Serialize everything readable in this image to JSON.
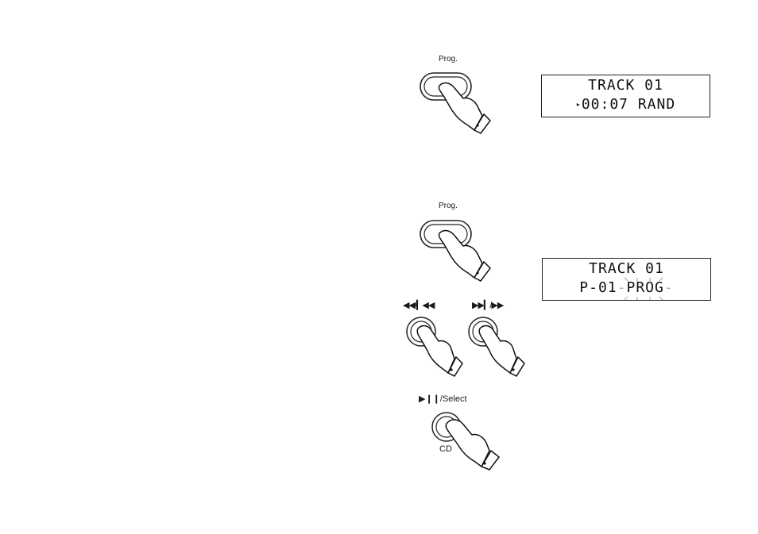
{
  "step1": {
    "prog_label": "Prog.",
    "display": {
      "line1": "TRACK 01",
      "line2_indicator": "▸",
      "line2": "00:07 RAND"
    }
  },
  "step2": {
    "prog_label": "Prog.",
    "skip_back_label": "◀◀/▎◀◀",
    "skip_fwd_label": "▶▶▎/▶▶",
    "play_select_label": "▶❙❙/Select",
    "cd_label": "CD",
    "display": {
      "line1": "TRACK 01",
      "line2_left": "P-01",
      "line2_right": "PROG"
    }
  },
  "icons": [
    "prog-button-icon",
    "pointing-hand-icon",
    "skip-back-button-icon",
    "skip-forward-button-icon",
    "play-select-button-icon"
  ]
}
